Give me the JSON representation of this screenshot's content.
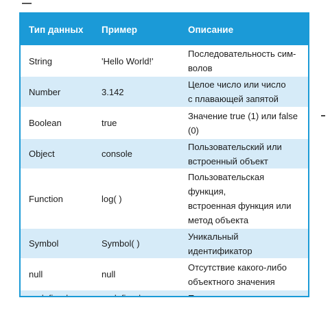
{
  "table": {
    "headers": {
      "type": "Тип данных",
      "example": "Пример",
      "description": "Описание"
    },
    "rows": [
      {
        "type": "String",
        "example": "'Hello World!'",
        "description": "Последовательность сим-\nволов"
      },
      {
        "type": "Number",
        "example": "3.142",
        "description": "Целое число или число\nс плавающей запятой"
      },
      {
        "type": "Boolean",
        "example": "true",
        "description": "Значение true (1) или false\n(0)"
      },
      {
        "type": "Object",
        "example": "console",
        "description": "Пользовательский или\nвстроенный объект"
      },
      {
        "type": "Function",
        "example": "log( )",
        "description": "Пользовательская функция,\nвстроенная функция или\nметод объекта"
      },
      {
        "type": "Symbol",
        "example": "Symbol( )",
        "description": "Уникальный\nидентификатор"
      },
      {
        "type": "null",
        "example": "null",
        "description": "Отсутствие какого-либо\nобъектного значения"
      },
      {
        "type": "undefined",
        "example": "undefined",
        "description": "Пустое значение"
      }
    ]
  },
  "colors": {
    "header_bg": "#1b9ad7",
    "row_blue": "#d6ebf8",
    "row_white": "#ffffff",
    "border": "#1a9ad6"
  }
}
